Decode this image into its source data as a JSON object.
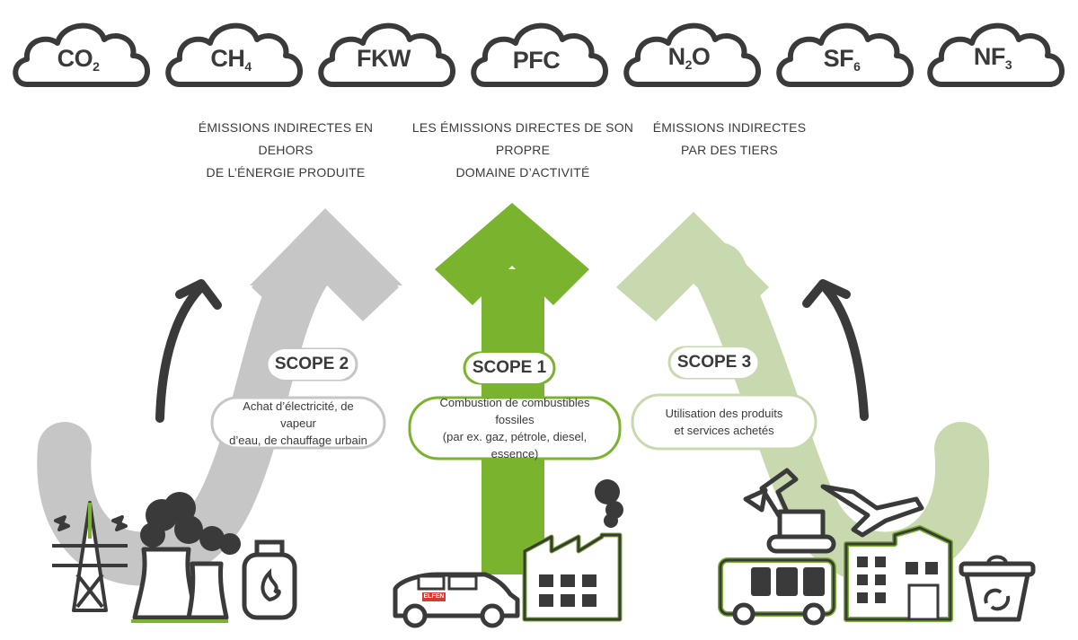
{
  "clouds": [
    {
      "base": "CO",
      "sub": "2"
    },
    {
      "base": "CH",
      "sub": "4"
    },
    {
      "base": "FKW",
      "sub": ""
    },
    {
      "base": "PFC",
      "sub": ""
    },
    {
      "base": "N",
      "sub": "2",
      "tail": "O"
    },
    {
      "base": "SF",
      "sub": "6"
    },
    {
      "base": "NF",
      "sub": "3"
    }
  ],
  "headings": {
    "scope2_line1": "ÉMISSIONS INDIRECTES EN DEHORS",
    "scope2_line2": "DE L’ÉNERGIE PRODUITE",
    "scope1_line1": "LES ÉMISSIONS DIRECTES DE SON PROPRE",
    "scope1_line2": "DOMAINE D’ACTIVITÉ",
    "scope3_line1": "ÉMISSIONS INDIRECTES",
    "scope3_line2": "PAR DES TIERS"
  },
  "scopes": {
    "scope2": {
      "label": "SCOPE 2",
      "desc_line1": "Achat d’électricité, de vapeur",
      "desc_line2": "d’eau, de chauffage urbain"
    },
    "scope1": {
      "label": "SCOPE 1",
      "desc_line1": "Combustion de combustibles fossiles",
      "desc_line2": "(par ex. gaz, pétrole, diesel, essence)"
    },
    "scope3": {
      "label": "SCOPE 3",
      "desc_line1": "Utilisation des produits",
      "desc_line2": "et services achetés"
    }
  },
  "car_brand": "ELFEN",
  "colors": {
    "grey_arrow": "#c6c6c6",
    "green_arrow": "#7ab32e",
    "light_green_arrow": "#c8d9b0",
    "dark": "#3a3a3a",
    "accent_green": "#7ab32e"
  },
  "icons": [
    "cloud-icon",
    "return-arrow-icon",
    "power-pylon-icon",
    "power-plant-icon",
    "gas-bottle-icon",
    "car-icon",
    "factory-icon",
    "excavator-icon",
    "airplane-icon",
    "bus-icon",
    "building-icon",
    "recycling-bin-icon"
  ]
}
